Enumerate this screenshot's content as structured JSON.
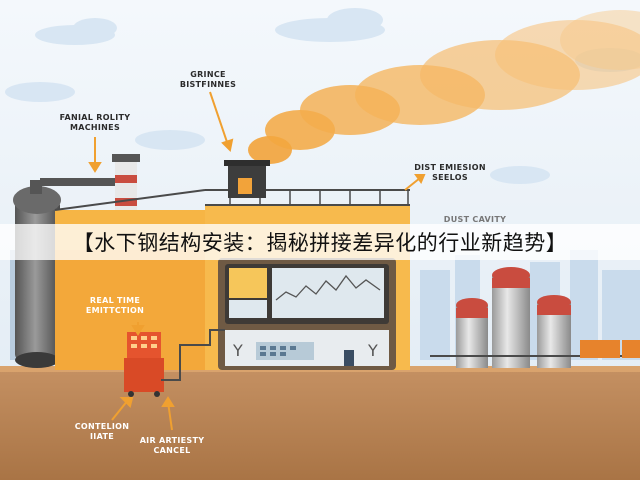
{
  "banner": {
    "title": "【水下钢结构安装：揭秘拼接差异化的行业新趋势】"
  },
  "labels": {
    "grinds": [
      "GRINCE",
      "BISTFINNES"
    ],
    "machines": [
      "FANIAL ROLITY",
      "MACHINES"
    ],
    "emission": [
      "DIST EMIESION",
      "SEELOS"
    ],
    "dust_cavity": "DUST CAVITY",
    "realtime": [
      "REAL TIME",
      "EMITTCTION"
    ],
    "control": [
      "CONTELION",
      "IIATE"
    ],
    "air_cancel": [
      "AIR ARTIESTY",
      "CANCEL"
    ]
  },
  "colors": {
    "sky": "#e8f0f8",
    "smoke": "#f2a33a",
    "factory_wall": "#f6b545",
    "ground": "#b88453",
    "panel": "#6f5a44",
    "screen": "#dfe8ee",
    "tank_top": "#c94c3f",
    "tank_body": "#d7d7d7",
    "cabinet": "#e5542e",
    "arrow": "#f0a030"
  }
}
